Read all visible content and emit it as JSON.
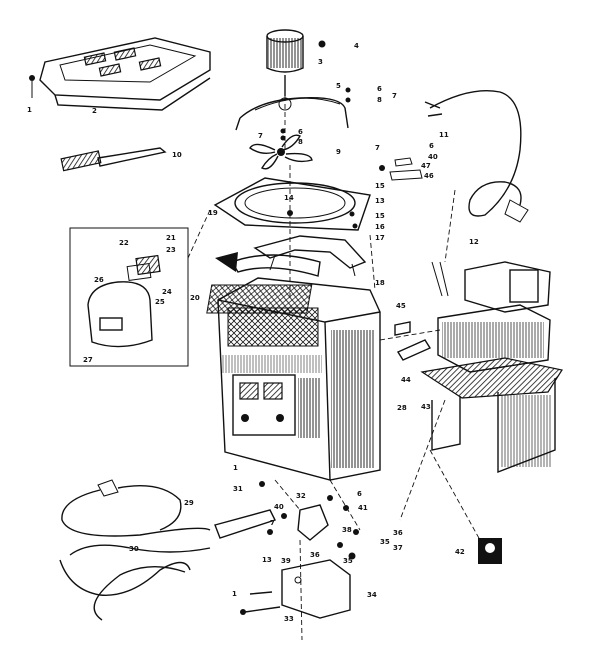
{
  "callouts": [
    {
      "id": "c1a",
      "text": "1"
    },
    {
      "id": "c2",
      "text": "2"
    },
    {
      "id": "c3",
      "text": "3"
    },
    {
      "id": "c4",
      "text": "4"
    },
    {
      "id": "c5",
      "text": "5"
    },
    {
      "id": "c6a",
      "text": "6"
    },
    {
      "id": "c8",
      "text": "8"
    },
    {
      "id": "c7a",
      "text": "7"
    },
    {
      "id": "c6b",
      "text": "6"
    },
    {
      "id": "c7b",
      "text": "7"
    },
    {
      "id": "c9",
      "text": "9"
    },
    {
      "id": "c8b",
      "text": "8"
    },
    {
      "id": "c10",
      "text": "10"
    },
    {
      "id": "c7c",
      "text": "7"
    },
    {
      "id": "c6c",
      "text": "6"
    },
    {
      "id": "c11",
      "text": "11"
    },
    {
      "id": "c40a",
      "text": "40"
    },
    {
      "id": "c47",
      "text": "47"
    },
    {
      "id": "c46",
      "text": "46"
    },
    {
      "id": "c15a",
      "text": "15"
    },
    {
      "id": "c12",
      "text": "12"
    },
    {
      "id": "c13",
      "text": "13"
    },
    {
      "id": "c14",
      "text": "14"
    },
    {
      "id": "c19",
      "text": "19"
    },
    {
      "id": "c15b",
      "text": "15"
    },
    {
      "id": "c16",
      "text": "16"
    },
    {
      "id": "c17",
      "text": "17"
    },
    {
      "id": "c18",
      "text": "18"
    },
    {
      "id": "c22",
      "text": "22"
    },
    {
      "id": "c21",
      "text": "21"
    },
    {
      "id": "c23",
      "text": "23"
    },
    {
      "id": "c26",
      "text": "26"
    },
    {
      "id": "c24",
      "text": "24"
    },
    {
      "id": "c25",
      "text": "25"
    },
    {
      "id": "c20",
      "text": "20"
    },
    {
      "id": "c27",
      "text": "27"
    },
    {
      "id": "c45",
      "text": "45"
    },
    {
      "id": "c44",
      "text": "44"
    },
    {
      "id": "c28",
      "text": "28"
    },
    {
      "id": "c43",
      "text": "43"
    },
    {
      "id": "c1b",
      "text": "1"
    },
    {
      "id": "c31",
      "text": "31"
    },
    {
      "id": "c32",
      "text": "32"
    },
    {
      "id": "c6d",
      "text": "6"
    },
    {
      "id": "c41",
      "text": "41"
    },
    {
      "id": "c29",
      "text": "29"
    },
    {
      "id": "c30",
      "text": "30"
    },
    {
      "id": "c40b",
      "text": "40"
    },
    {
      "id": "c7d",
      "text": "7"
    },
    {
      "id": "c38",
      "text": "38"
    },
    {
      "id": "c36a",
      "text": "36"
    },
    {
      "id": "c35a",
      "text": "35"
    },
    {
      "id": "c37",
      "text": "37"
    },
    {
      "id": "c13b",
      "text": "13"
    },
    {
      "id": "c39",
      "text": "39"
    },
    {
      "id": "c36b",
      "text": "36"
    },
    {
      "id": "c35b",
      "text": "35"
    },
    {
      "id": "c42",
      "text": "42"
    },
    {
      "id": "c1c",
      "text": "1"
    },
    {
      "id": "c34",
      "text": "34"
    },
    {
      "id": "c33",
      "text": "33"
    }
  ]
}
